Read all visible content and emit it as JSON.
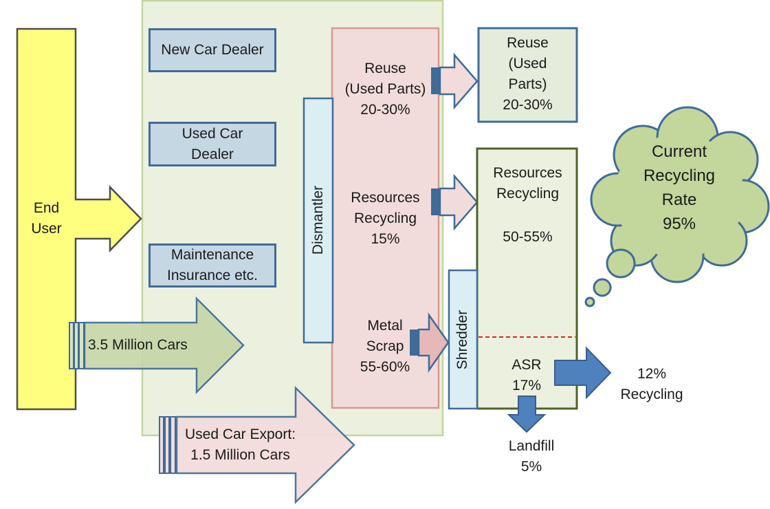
{
  "end_user": {
    "label": "End\nUser"
  },
  "dealers": {
    "new_car": "New Car Dealer",
    "used_car": "Used Car\nDealer",
    "maintenance": "Maintenance\nInsurance etc."
  },
  "dismantler": {
    "label": "Dismantler"
  },
  "dismantler_outputs": {
    "reuse": "Reuse\n(Used Parts)\n20-30%",
    "resources": "Resources\nRecycling\n15%",
    "metal_scrap": "Metal\nScrap\n55-60%"
  },
  "reuse_box": {
    "label": "Reuse\n(Used\nParts)\n20-30%"
  },
  "shredder": {
    "label": "Shredder"
  },
  "resources_box": {
    "title": "Resources\nRecycling",
    "value": "50-55%",
    "asr": "ASR\n17%"
  },
  "flows": {
    "cars": "3.5 Million Cars",
    "export": "Used Car Export:\n1.5 Million Cars",
    "asr_recycling": "12%\nRecycling",
    "landfill": "Landfill\n5%"
  },
  "cloud": {
    "label": "Current\nRecycling\nRate\n95%"
  }
}
